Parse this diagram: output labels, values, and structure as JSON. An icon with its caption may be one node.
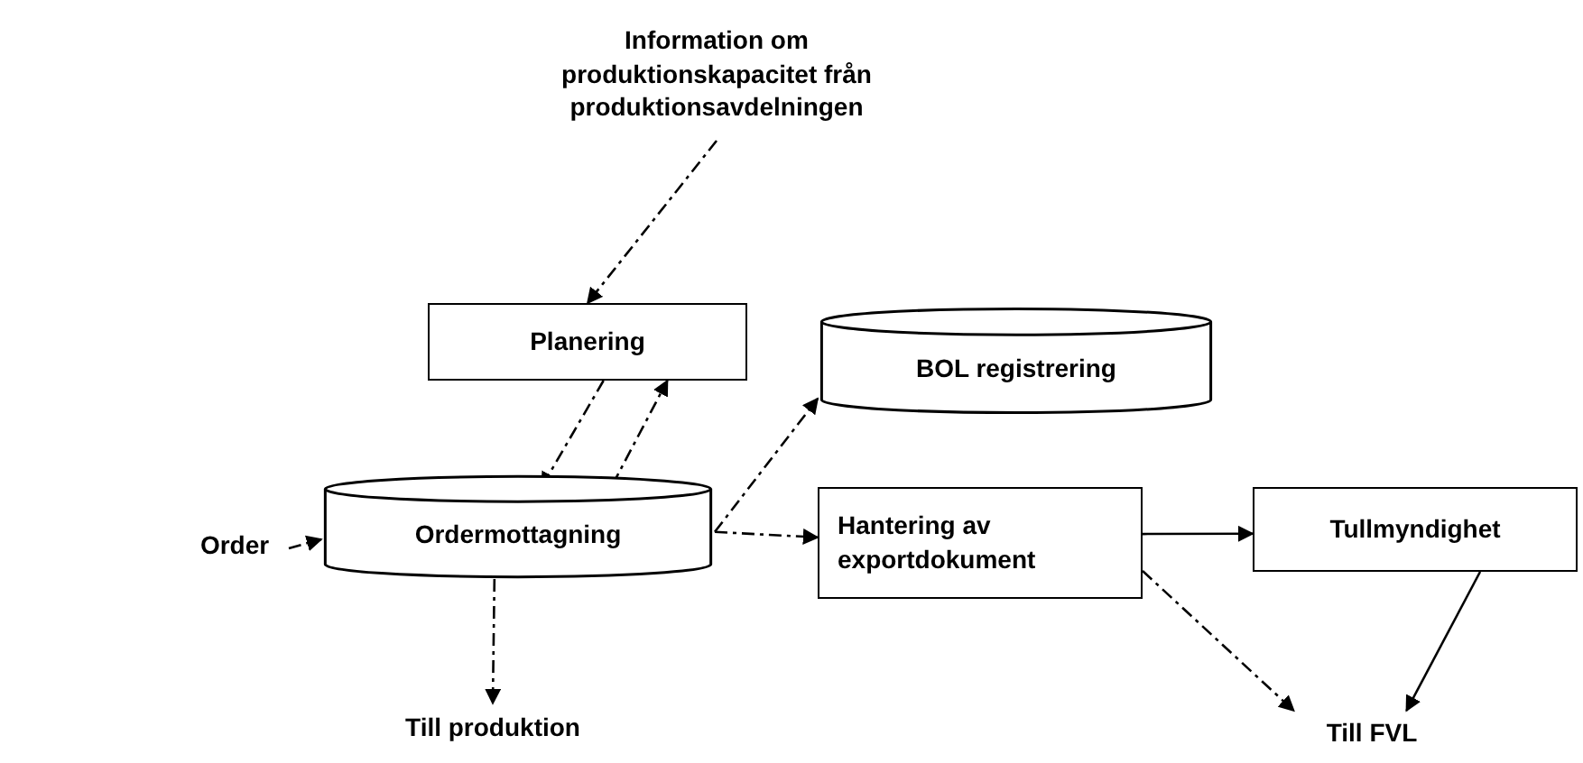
{
  "diagram": {
    "nodes": [
      {
        "text": [
          "Information om produktionskapacitet från produktionsavdelningen"
        ]
      },
      {
        "text": [
          "Planering"
        ]
      },
      {
        "text": [
          "BOL registrering"
        ]
      },
      {
        "text": [
          "Order"
        ]
      },
      {
        "text": [
          "Ordermottagning"
        ]
      },
      {
        "text": [
          "Hantering av exportdokument"
        ]
      },
      {
        "text": [
          "Tullmyndighet"
        ]
      },
      {
        "text": [
          "Till produktion"
        ]
      },
      {
        "text": [
          "Till FVL"
        ]
      }
    ],
    "edges": [
      {
        "from": 0,
        "to": 1,
        "arrow": "to",
        "style": "dashed"
      },
      {
        "from": 1,
        "to": 4,
        "arrow": "to",
        "style": "dashed"
      },
      {
        "from": 4,
        "to": 1,
        "arrow": "to",
        "style": "dashed"
      },
      {
        "from": 3,
        "to": 4,
        "arrow": "to",
        "style": "dashed"
      },
      {
        "from": 4,
        "to": 2,
        "arrow": "to",
        "style": "dashed"
      },
      {
        "from": 4,
        "to": 5,
        "arrow": "to",
        "style": "dashed"
      },
      {
        "from": 4,
        "to": 7,
        "arrow": "to",
        "style": "dashed"
      },
      {
        "from": 5,
        "to": 6,
        "arrow": "to"
      },
      {
        "from": 5,
        "to": 8,
        "arrow": "to",
        "style": "dashed"
      },
      {
        "from": 6,
        "to": 8,
        "arrow": "to"
      }
    ]
  }
}
